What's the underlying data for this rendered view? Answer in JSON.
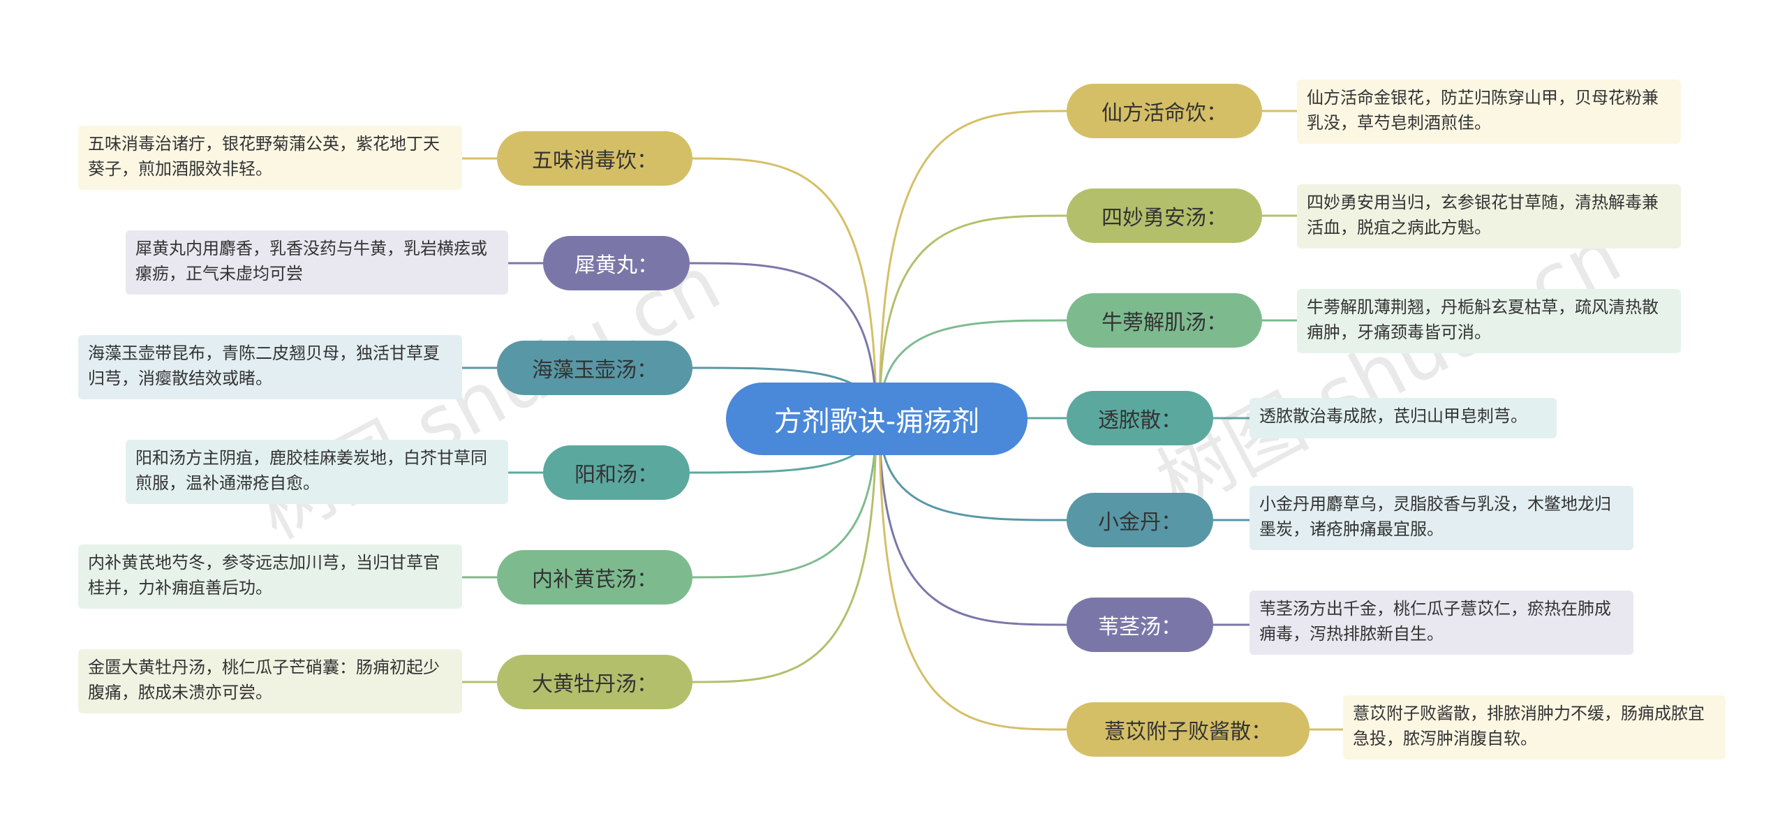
{
  "center": {
    "label": "方剂歌诀-痈疡剂",
    "color": "#4a88d9"
  },
  "watermarks": [
    "树图 shutu.cn",
    "树图 shutu.cn"
  ],
  "left": [
    {
      "label": "五味消毒饮：",
      "note": "五味消毒治诸疔，银花野菊蒲公英，紫花地丁天葵子，煎加酒服效非轻。",
      "color": "#d5bf66",
      "note_bg": "#fbf7e3",
      "line": "#d5bf66",
      "text_color": "#333333"
    },
    {
      "label": "犀黄丸：",
      "note": "犀黄丸内用麝香，乳香没药与牛黄，乳岩横痃或瘰疬，正气未虚均可尝",
      "color": "#7a77a8",
      "note_bg": "#e9e8f1",
      "line": "#7a77a8",
      "text_color": "#ffffff"
    },
    {
      "label": "海藻玉壶汤：",
      "note": "海藻玉壶带昆布，青陈二皮翘贝母，独活甘草夏归芎，消瘿散结效或睹。",
      "color": "#5897a6",
      "note_bg": "#e2eef1",
      "line": "#5897a6",
      "text_color": "#333333"
    },
    {
      "label": "阳和汤：",
      "note": "阳和汤方主阴疽，鹿胶桂麻姜炭地，白芥甘草同煎服，温补通滞疮自愈。",
      "color": "#5ba89f",
      "note_bg": "#e2f1ef",
      "line": "#5ba89f",
      "text_color": "#333333"
    },
    {
      "label": "内补黄芪汤：",
      "note": "内补黄芪地芍冬，参苓远志加川芎，当归甘草官桂并，力补痈疽善后功。",
      "color": "#7dbb8f",
      "note_bg": "#e7f3ea",
      "line": "#7dbb8f",
      "text_color": "#333333"
    },
    {
      "label": "大黄牡丹汤：",
      "note": "金匮大黄牡丹汤，桃仁瓜子芒硝囊：肠痈初起少腹痛，脓成未溃亦可尝。",
      "color": "#b4bf6b",
      "note_bg": "#f1f3e2",
      "line": "#b4bf6b",
      "text_color": "#333333"
    }
  ],
  "right": [
    {
      "label": "仙方活命饮：",
      "note": "仙方活命金银花，防芷归陈穿山甲，贝母花粉兼乳没，草芍皂刺酒煎佳。",
      "color": "#d5bf66",
      "note_bg": "#fbf7e3",
      "line": "#d5bf66",
      "text_color": "#333333"
    },
    {
      "label": "四妙勇安汤：",
      "note": "四妙勇安用当归，玄参银花甘草随，清热解毒兼活血，脱疽之病此方魁。",
      "color": "#b4bf6b",
      "note_bg": "#f1f3e2",
      "line": "#b4bf6b",
      "text_color": "#333333"
    },
    {
      "label": "牛蒡解肌汤：",
      "note": "牛蒡解肌薄荆翘，丹栀斛玄夏枯草，疏风清热散痈肿，牙痛颈毒皆可消。",
      "color": "#7dbb8f",
      "note_bg": "#e7f3ea",
      "line": "#7dbb8f",
      "text_color": "#333333"
    },
    {
      "label": "透脓散：",
      "note": "透脓散治毒成脓，芪归山甲皂刺芎。",
      "color": "#5ba89f",
      "note_bg": "#e2f1ef",
      "line": "#5ba89f",
      "text_color": "#333333"
    },
    {
      "label": "小金丹：",
      "note": "小金丹用麝草乌，灵脂胶香与乳没，木鳖地龙归墨炭，诸疮肿痛最宜服。",
      "color": "#5897a6",
      "note_bg": "#e2eef1",
      "line": "#5897a6",
      "text_color": "#333333"
    },
    {
      "label": "苇茎汤：",
      "note": "苇茎汤方出千金，桃仁瓜子薏苡仁，瘀热在肺成痈毒，泻热排脓新自生。",
      "color": "#7a77a8",
      "note_bg": "#e9e8f1",
      "line": "#7a77a8",
      "text_color": "#ffffff"
    },
    {
      "label": "薏苡附子败酱散：",
      "note": "薏苡附子败酱散，排脓消肿力不缓，肠痈成脓宜急投，脓泻肿消腹自软。",
      "color": "#d5bf66",
      "note_bg": "#fbf7e3",
      "line": "#d5bf66",
      "text_color": "#333333"
    }
  ]
}
